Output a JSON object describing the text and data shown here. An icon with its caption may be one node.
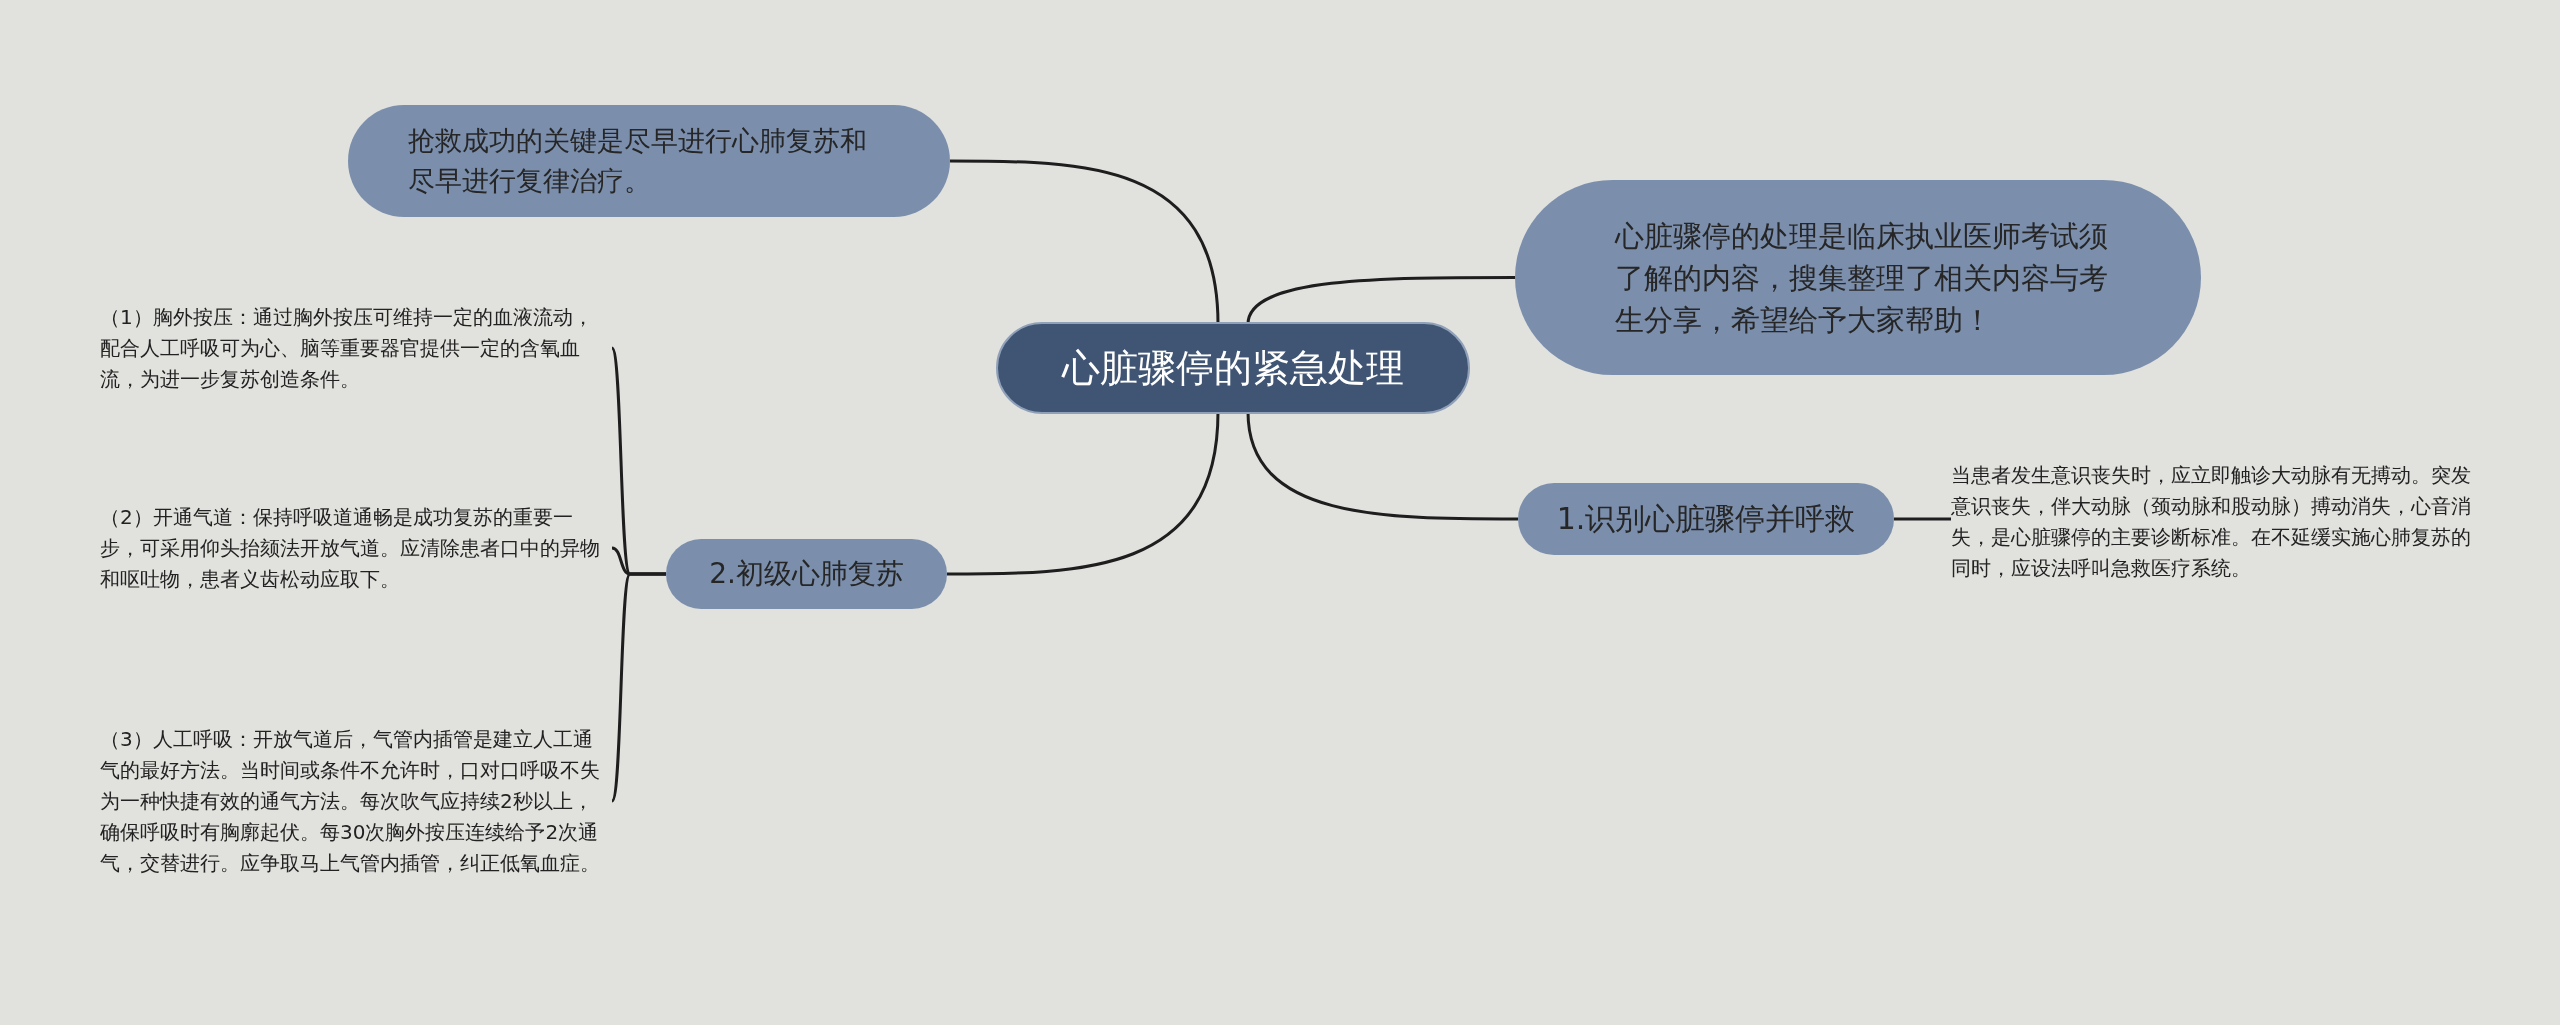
{
  "diagram": {
    "nodes": [
      {
        "text": [
          "心脏骤停的紧急处理"
        ]
      },
      {
        "text": [
          "抢救成功的关键是尽早进行心肺复苏和尽早进行复律治疗。"
        ]
      },
      {
        "text": [
          "心脏骤停的处理是临床执业医师考试须了解的内容，搜集整理了相关内容与考生分享，希望给予大家帮助！"
        ]
      },
      {
        "text": [
          "1.识别心脏骤停并呼救"
        ]
      },
      {
        "text": [
          "当患者发生意识丧失时，应立即触诊大动脉有无搏动。突发意识丧失，伴大动脉（颈动脉和股动脉）搏动消失，心音消失，是心脏骤停的主要诊断标准。在不延缓实施心肺复苏的同时，应设法呼叫急救医疗系统。"
        ]
      },
      {
        "text": [
          "2.初级心肺复苏"
        ]
      },
      {
        "text": [
          "（1）胸外按压：通过胸外按压可维持一定的血液流动，配合人工呼吸可为心、脑等重要器官提供一定的含氧血流，为进一步复苏创造条件。"
        ]
      },
      {
        "text": [
          "（2）开通气道：保持呼吸道通畅是成功复苏的重要一步，可采用仰头抬颏法开放气道。应清除患者口中的异物和呕吐物，患者义齿松动应取下。"
        ]
      },
      {
        "text": [
          "（3）人工呼吸：开放气道后，气管内插管是建立人工通气的最好方法。当时间或条件不允许时，口对口呼吸不失为一种快捷有效的通气方法。每次吹气应持续2秒以上，确保呼吸时有胸廓起伏。每30次胸外按压连续给予2次通气，交替进行。应争取马上气管内插管，纠正低氧血症。"
        ]
      }
    ],
    "edges": [
      {
        "from": 0,
        "to": 1,
        "arrow": "none"
      },
      {
        "from": 0,
        "to": 2,
        "arrow": "none"
      },
      {
        "from": 0,
        "to": 3,
        "arrow": "none"
      },
      {
        "from": 3,
        "to": 4,
        "arrow": "none"
      },
      {
        "from": 0,
        "to": 5,
        "arrow": "none"
      },
      {
        "from": 5,
        "to": 6,
        "arrow": "none"
      },
      {
        "from": 5,
        "to": 7,
        "arrow": "none"
      },
      {
        "from": 5,
        "to": 8,
        "arrow": "none"
      }
    ]
  }
}
